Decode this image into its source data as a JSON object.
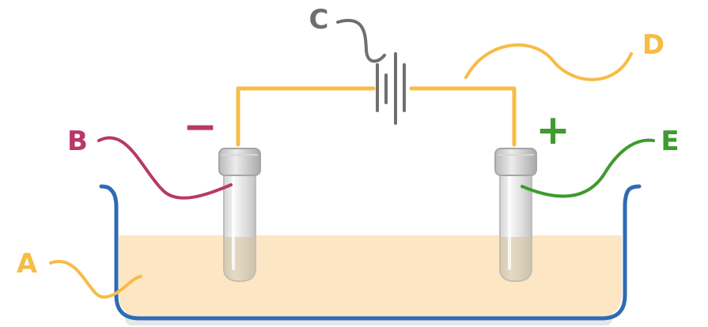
{
  "labels": {
    "A": {
      "text": "A",
      "color": "#f6bc44"
    },
    "B": {
      "text": "B",
      "color": "#b8386a"
    },
    "C": {
      "text": "C",
      "color": "#6f6f6f"
    },
    "D": {
      "text": "D",
      "color": "#f6bc44"
    },
    "E": {
      "text": "E",
      "color": "#3f9a2f"
    }
  },
  "polarity": {
    "negative": {
      "text": "−",
      "color": "#b8386a"
    },
    "positive": {
      "text": "+",
      "color": "#3f9a2f"
    }
  },
  "colors": {
    "wire": "#f6bc44",
    "tank_outline": "#2f6bb5",
    "tank_shadow": "#e6e6e6",
    "solution": "#fde6c4",
    "battery": "#6f6f6f",
    "tube_glass": "#cfcfcf",
    "tube_stopper": "#b5b5b5"
  }
}
